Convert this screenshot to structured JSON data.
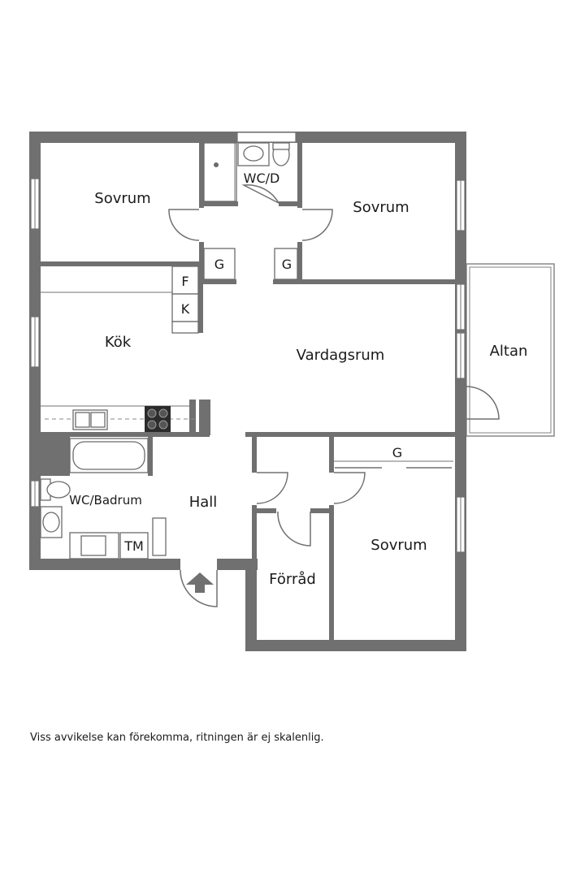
{
  "rooms": {
    "sovrum_nw": "Sovrum",
    "wc_d": "WC/D",
    "sovrum_ne": "Sovrum",
    "kok": "Kök",
    "vardagsrum": "Vardagsrum",
    "altan": "Altan",
    "wc_badrum": "WC/Badrum",
    "hall": "Hall",
    "forrad": "Förråd",
    "sovrum_se": "Sovrum"
  },
  "fixtures": {
    "garderob_1": "G",
    "garderob_2": "G",
    "garderob_3": "G",
    "frys": "F",
    "kyl": "K",
    "tvattmaskin": "TM"
  },
  "icons": {
    "entrance": "entrance-arrow-icon",
    "door": "door-swing-icon",
    "window": "window-icon"
  },
  "colors": {
    "wall": "#707070",
    "text": "#1a1a1a",
    "background": "#ffffff"
  },
  "disclaimer": "Viss avvikelse kan förekomma, ritningen är ej skalenlig."
}
